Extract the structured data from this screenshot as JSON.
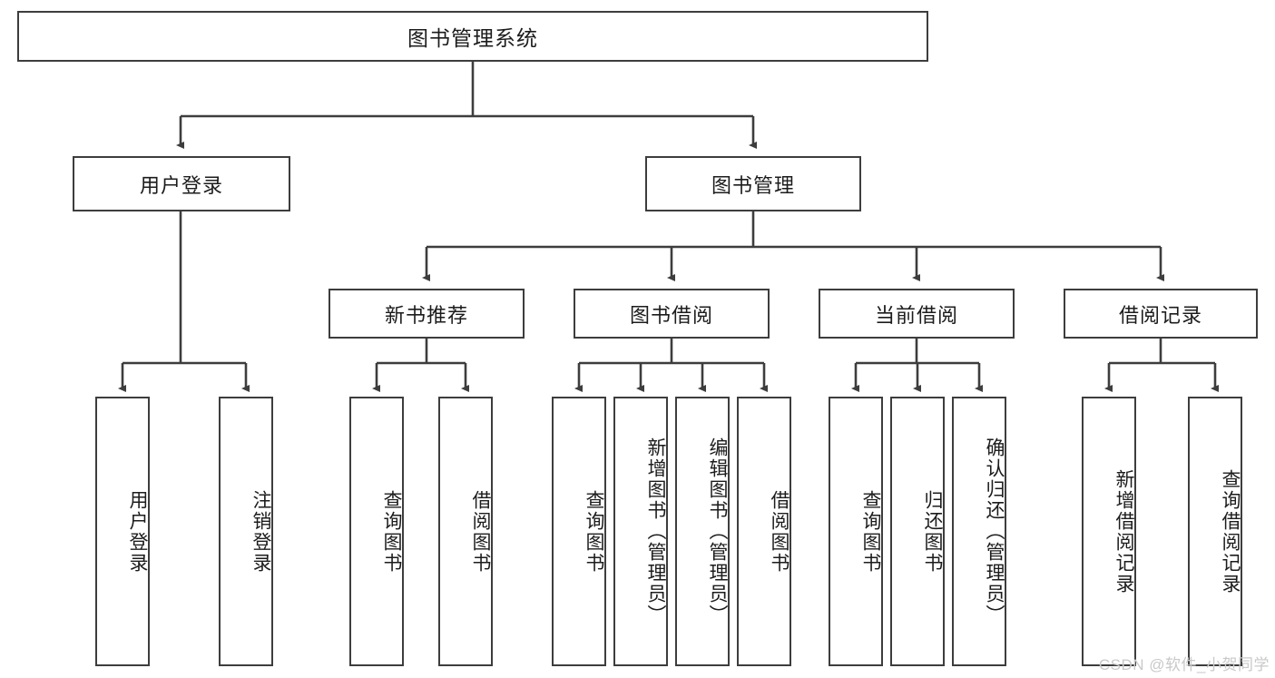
{
  "diagram": {
    "title": "图书管理系统",
    "type": "tree-hierarchy-flowchart",
    "colors": {
      "box_border": "#3d3d3d",
      "box_fill": "#ffffff",
      "connector": "#3d3d3d",
      "text": "#1c1c1c",
      "watermark": "#c9c9c9",
      "background": "#ffffff"
    },
    "root": {
      "label": "图书管理系统"
    },
    "level2": [
      {
        "label": "用户登录"
      },
      {
        "label": "图书管理"
      }
    ],
    "level3": [
      {
        "label": "新书推荐"
      },
      {
        "label": "图书借阅"
      },
      {
        "label": "当前借阅"
      },
      {
        "label": "借阅记录"
      }
    ],
    "leaves": {
      "user_login": [
        {
          "label": "用户登录"
        },
        {
          "label": "注销登录"
        }
      ],
      "new_book_recommend": [
        {
          "label": "查询图书"
        },
        {
          "label": "借阅图书"
        }
      ],
      "book_borrow": [
        {
          "label": "查询图书"
        },
        {
          "label": "新增图书（管理员）"
        },
        {
          "label": "编辑图书（管理员）"
        },
        {
          "label": "借阅图书"
        }
      ],
      "current_borrow": [
        {
          "label": "查询图书"
        },
        {
          "label": "归还图书"
        },
        {
          "label": "确认归还（管理员）"
        }
      ],
      "borrow_record": [
        {
          "label": "新增借阅记录"
        },
        {
          "label": "查询借阅记录"
        }
      ]
    }
  },
  "watermark": {
    "text": "CSDN @软件_小贺同学"
  }
}
